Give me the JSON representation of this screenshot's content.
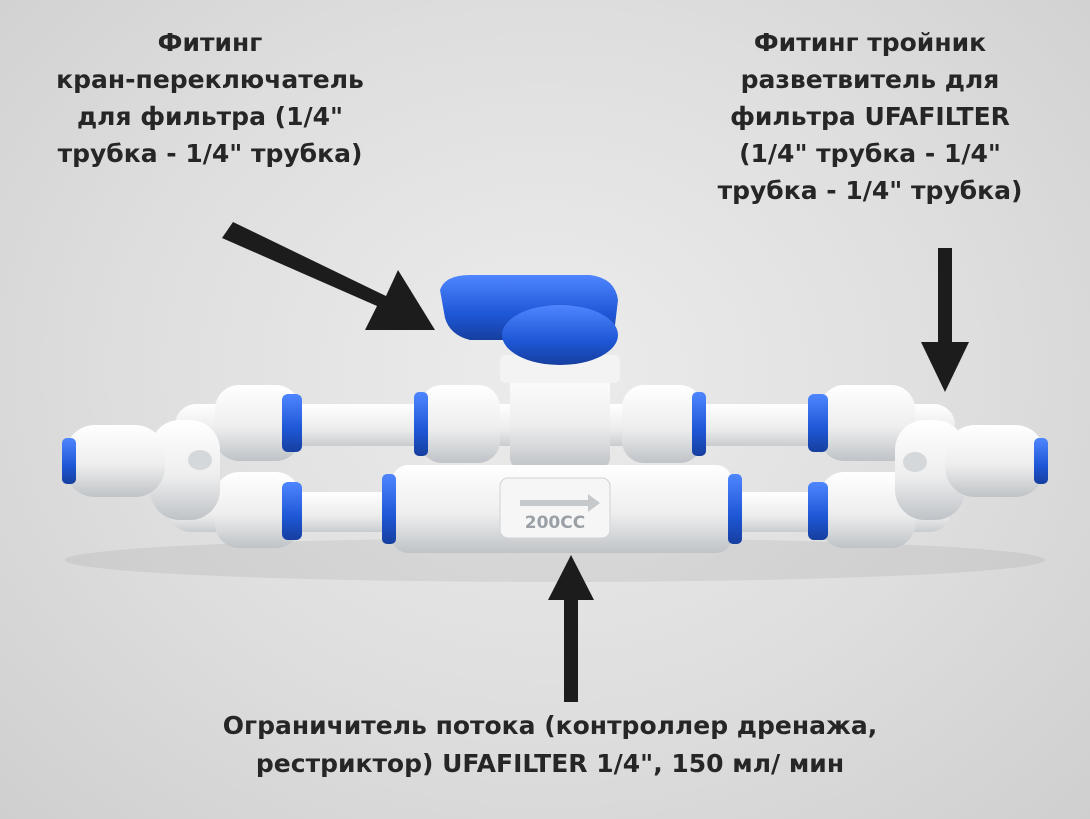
{
  "labels": {
    "left": [
      "Фитинг",
      "кран-переключатель",
      "для фильтра (1/4\"",
      "трубка - 1/4\" трубка)"
    ],
    "right": [
      "Фитинг тройник",
      "разветвитель для",
      "фильтра UFAFILTER",
      "(1/4\" трубка - 1/4\"",
      "трубка - 1/4\" трубка)"
    ],
    "bottom": [
      "Ограничитель потока (контроллер дренажа,",
      "рестриктор) UFAFILTER 1/4\", 150 мл/ мин"
    ]
  },
  "restrictor_marking": "200CC",
  "colors": {
    "text": "#262626",
    "plastic": "#f2f2f2",
    "blue": "#1e57d6",
    "arrow": "#1c1c1c"
  }
}
